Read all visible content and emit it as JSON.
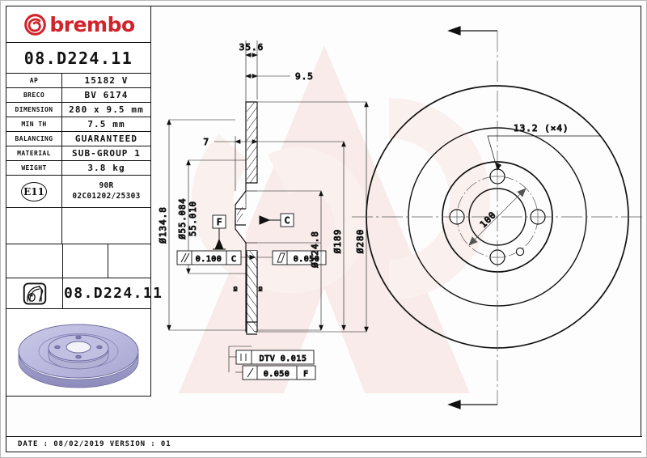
{
  "brand": {
    "name": "brembo",
    "logo_icon": "brembo-swirl-icon",
    "color": "#d1232a"
  },
  "part_number": "08.D224.11",
  "title_block": {
    "rows": [
      {
        "label": "AP",
        "value": "15182 V"
      },
      {
        "label": "BRECO",
        "value": "BV 6174"
      },
      {
        "label": "DIMENSION",
        "value": "280 x 9.5 mm"
      },
      {
        "label": "MIN TH",
        "value": "7.5 mm"
      },
      {
        "label": "BALANCING",
        "value": "GUARANTEED"
      },
      {
        "label": "MATERIAL",
        "value": "SUB-GROUP 1"
      },
      {
        "label": "WEIGHT",
        "value": "3.8 kg"
      }
    ],
    "homologation": {
      "mark": "E11",
      "line1": "90R",
      "line2": "02C01202/25303"
    },
    "pictogram_icon": "brake-disc-pictogram-icon",
    "product_photo_icon": "brake-disc-3d-render"
  },
  "footer": {
    "text": "DATE : 08/02/2019 VERSION : 01"
  },
  "drawing": {
    "section_view": {
      "linear_dims": [
        "35.6",
        "9.5",
        "7"
      ],
      "diameter_dims_left": [
        "Ø134.8",
        "Ø55.084",
        "55.010"
      ],
      "diameter_dims_right": [
        "Ø124.8",
        "Ø189",
        "Ø280"
      ],
      "datums": [
        "F",
        "C"
      ],
      "tolerance_frames": [
        {
          "symbol": "//",
          "value": "0.100",
          "datum": "C"
        },
        {
          "symbol": "▱",
          "value": "0.050",
          "datum": ""
        },
        {
          "symbol": "∣∣",
          "value": "DTV 0.015",
          "datum": ""
        },
        {
          "symbol": "/",
          "value": "0.050",
          "datum": "F"
        }
      ],
      "micro_notes": [
        "R3",
        "R3"
      ]
    },
    "face_view": {
      "hole_note": "13.2 (×4)",
      "pcd": "100",
      "bolt_holes": 4
    }
  }
}
